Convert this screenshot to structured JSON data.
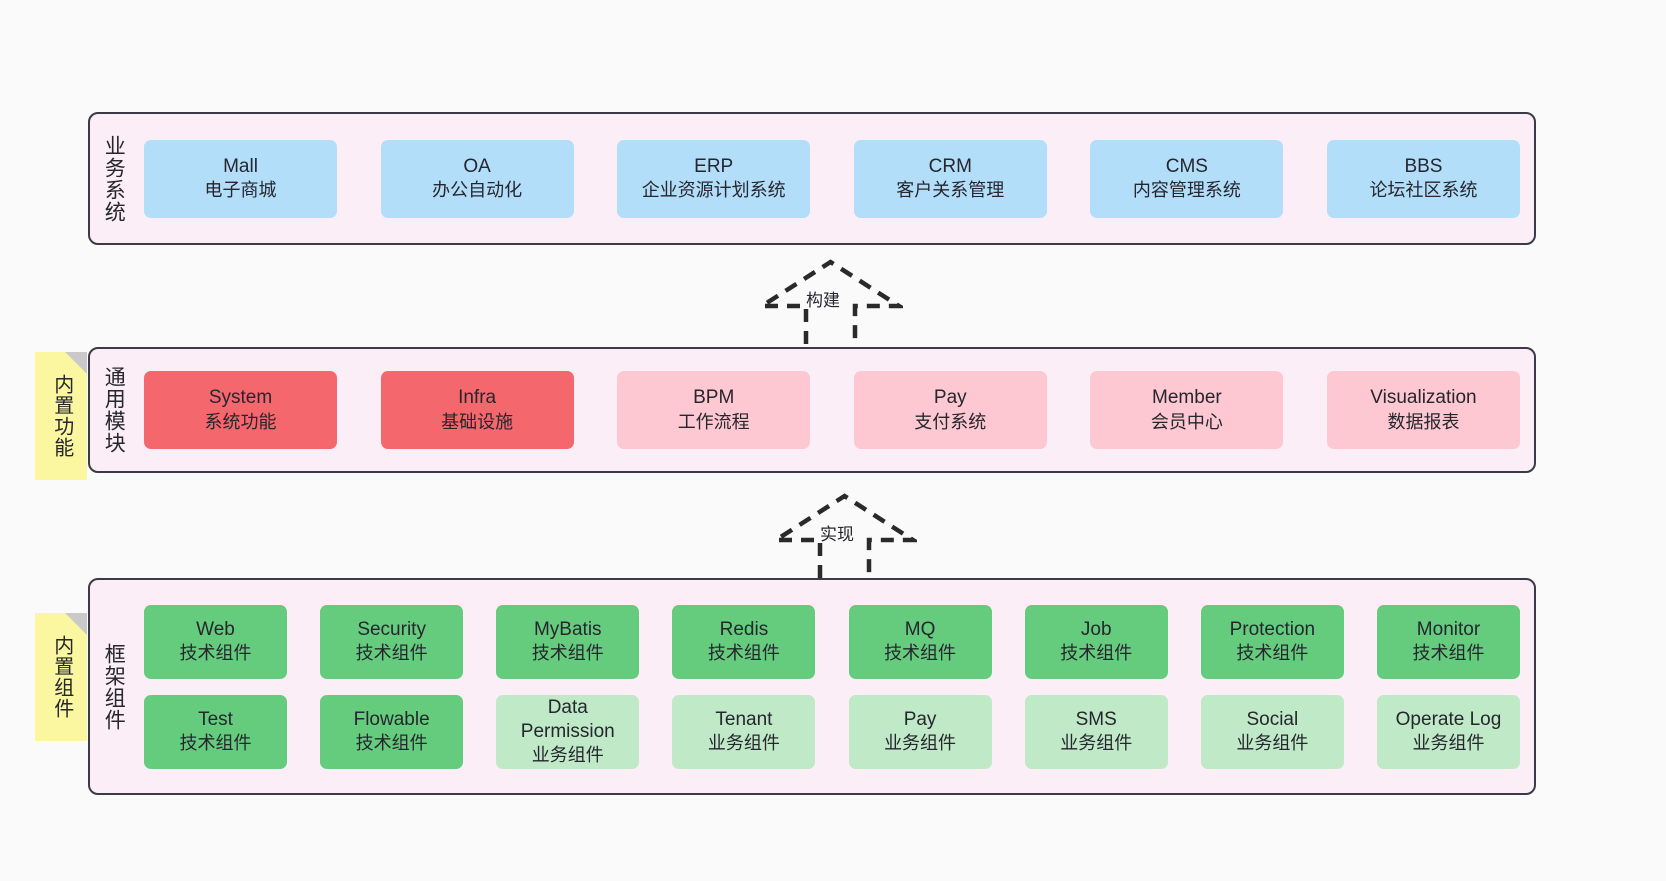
{
  "diagram": {
    "background_color": "#fafafa",
    "panel_fill": "#fbeef6",
    "panel_border": "#3b3b47",
    "sticky_color": "#fbf7a0",
    "colors": {
      "business": "#b3def9",
      "core_module": "#f4676d",
      "module": "#fdc8d2",
      "tech_component": "#65cc7d",
      "biz_component": "#bfe9c7"
    }
  },
  "layers": [
    {
      "id": "business-system",
      "title": "业务系统",
      "sticky": null,
      "rows": [
        {
          "items": [
            {
              "en": "Mall",
              "cn": "电子商城"
            },
            {
              "en": "OA",
              "cn": "办公自动化"
            },
            {
              "en": "ERP",
              "cn": "企业资源计划系统"
            },
            {
              "en": "CRM",
              "cn": "客户关系管理"
            },
            {
              "en": "CMS",
              "cn": "内容管理系统"
            },
            {
              "en": "BBS",
              "cn": "论坛社区系统"
            }
          ]
        }
      ]
    },
    {
      "id": "common-module",
      "title": "通用模块",
      "sticky": "内置功能",
      "rows": [
        {
          "items": [
            {
              "en": "System",
              "cn": "系统功能"
            },
            {
              "en": "Infra",
              "cn": "基础设施"
            },
            {
              "en": "BPM",
              "cn": "工作流程"
            },
            {
              "en": "Pay",
              "cn": "支付系统"
            },
            {
              "en": "Member",
              "cn": "会员中心"
            },
            {
              "en": "Visualization",
              "cn": "数据报表"
            }
          ]
        }
      ]
    },
    {
      "id": "framework-component",
      "title": "框架组件",
      "sticky": "内置组件",
      "rows": [
        {
          "items": [
            {
              "en": "Web",
              "cn": "技术组件"
            },
            {
              "en": "Security",
              "cn": "技术组件"
            },
            {
              "en": "MyBatis",
              "cn": "技术组件"
            },
            {
              "en": "Redis",
              "cn": "技术组件"
            },
            {
              "en": "MQ",
              "cn": "技术组件"
            },
            {
              "en": "Job",
              "cn": "技术组件"
            },
            {
              "en": "Protection",
              "cn": "技术组件"
            },
            {
              "en": "Monitor",
              "cn": "技术组件"
            }
          ]
        },
        {
          "items": [
            {
              "en": "Test",
              "cn": "技术组件"
            },
            {
              "en": "Flowable",
              "cn": "技术组件"
            },
            {
              "en": "Data Permission",
              "cn": "业务组件"
            },
            {
              "en": "Tenant",
              "cn": "业务组件"
            },
            {
              "en": "Pay",
              "cn": "业务组件"
            },
            {
              "en": "SMS",
              "cn": "业务组件"
            },
            {
              "en": "Social",
              "cn": "业务组件"
            },
            {
              "en": "Operate Log",
              "cn": "业务组件"
            }
          ]
        }
      ]
    }
  ],
  "connectors": [
    {
      "id": "build",
      "label": "构建"
    },
    {
      "id": "implement",
      "label": "实现"
    }
  ]
}
